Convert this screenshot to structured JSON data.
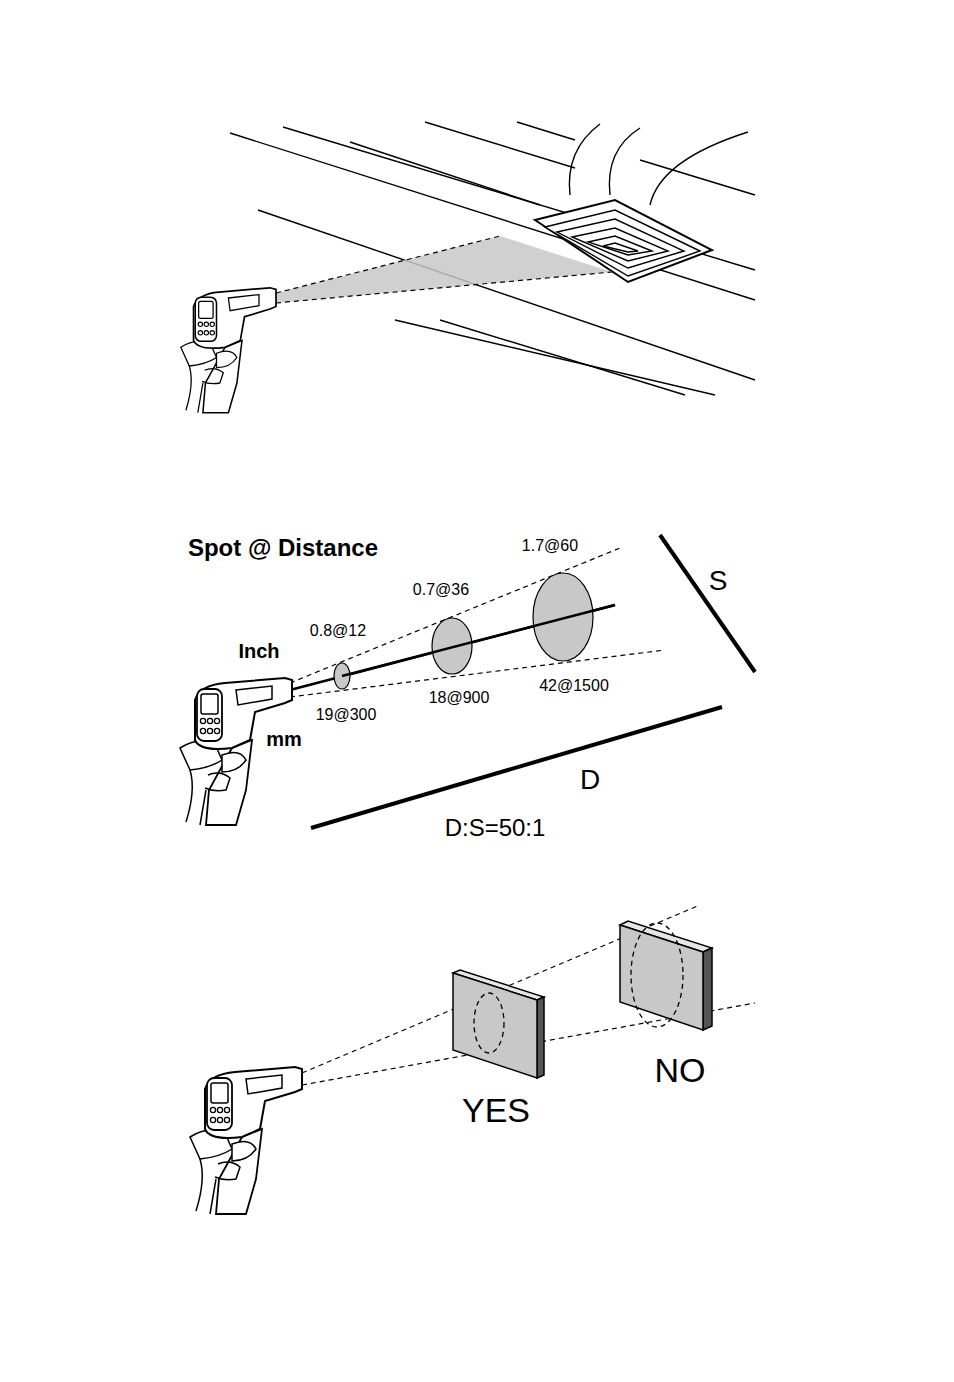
{
  "diagram": {
    "title": "Spot @ Distance",
    "labels": [
      "1.7@60",
      "0.7@36",
      "0.8@12",
      "Inch",
      "S",
      "19@300",
      "mm",
      "18@900",
      "42@1500",
      "D",
      "D:S=50:1",
      "YES",
      "NO"
    ]
  }
}
